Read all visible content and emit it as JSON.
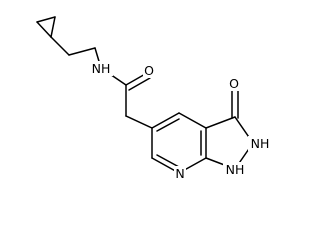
{
  "molecule": {
    "atoms": {
      "nh_amide": {
        "label": "NH",
        "color": "#000000"
      },
      "o_amide": {
        "label": "O",
        "color": "#000000"
      },
      "o_keto": {
        "label": "O",
        "color": "#000000"
      },
      "nh_2": {
        "label": "NH",
        "color": "#000000"
      },
      "nh_1": {
        "label": "NH",
        "color": "#000000"
      },
      "n_pyridine": {
        "label": "N",
        "color": "#000000"
      }
    },
    "bond_color": "#000000",
    "background": "#ffffff"
  }
}
